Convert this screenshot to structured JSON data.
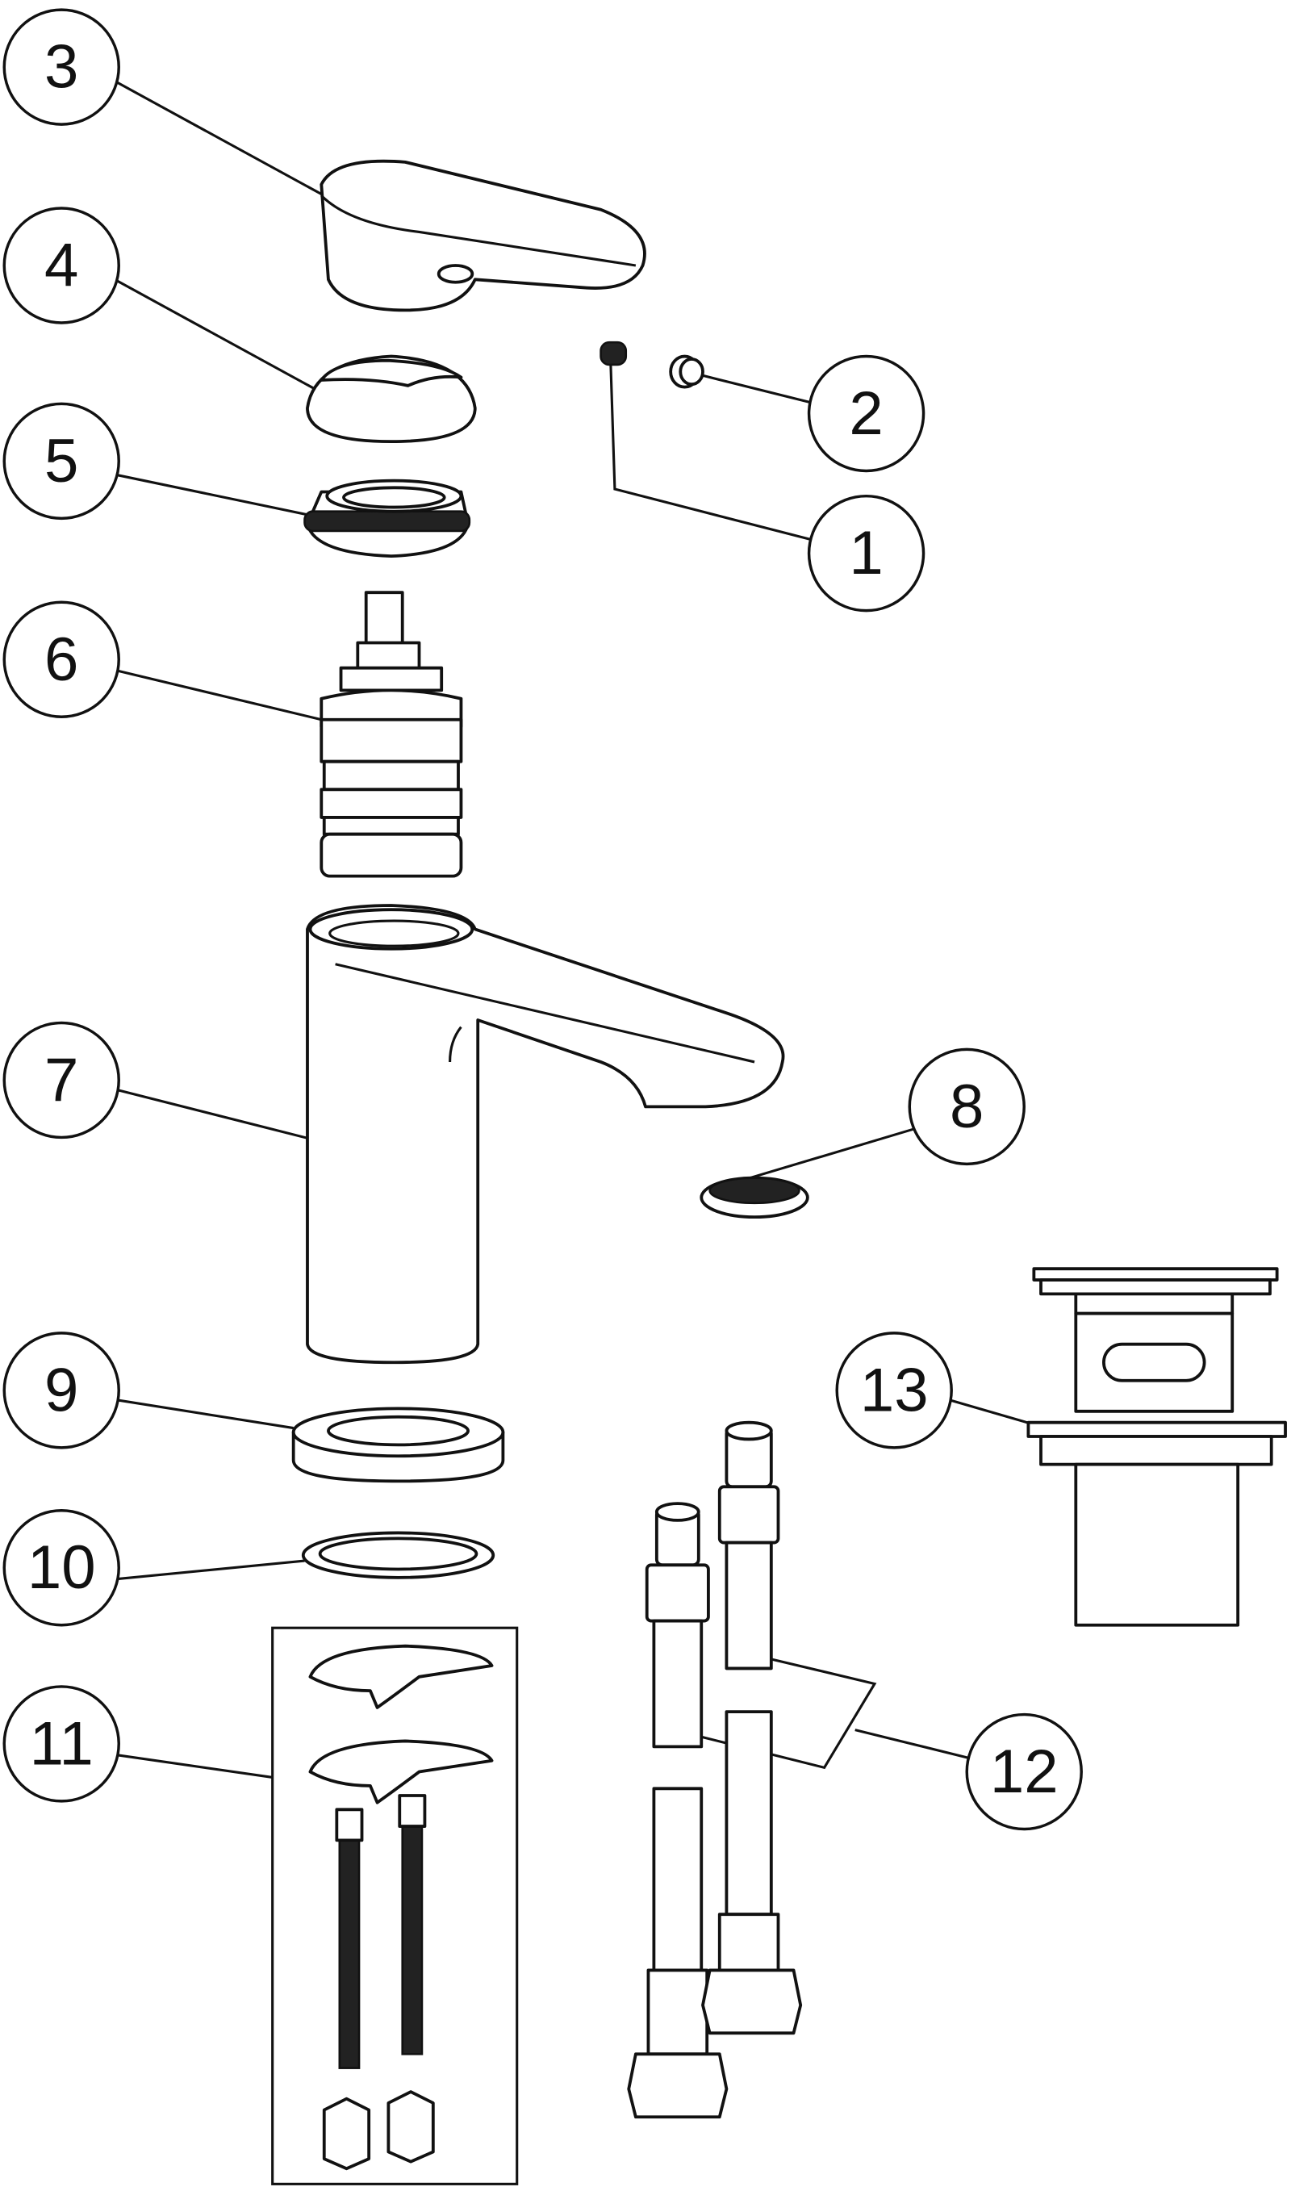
{
  "diagram": {
    "type": "exploded-parts-view",
    "callouts": [
      {
        "id": "1",
        "label": "1"
      },
      {
        "id": "2",
        "label": "2"
      },
      {
        "id": "3",
        "label": "3"
      },
      {
        "id": "4",
        "label": "4"
      },
      {
        "id": "5",
        "label": "5"
      },
      {
        "id": "6",
        "label": "6"
      },
      {
        "id": "7",
        "label": "7"
      },
      {
        "id": "8",
        "label": "8"
      },
      {
        "id": "9",
        "label": "9"
      },
      {
        "id": "10",
        "label": "10"
      },
      {
        "id": "11",
        "label": "11"
      },
      {
        "id": "12",
        "label": "12"
      },
      {
        "id": "13",
        "label": "13"
      }
    ]
  }
}
